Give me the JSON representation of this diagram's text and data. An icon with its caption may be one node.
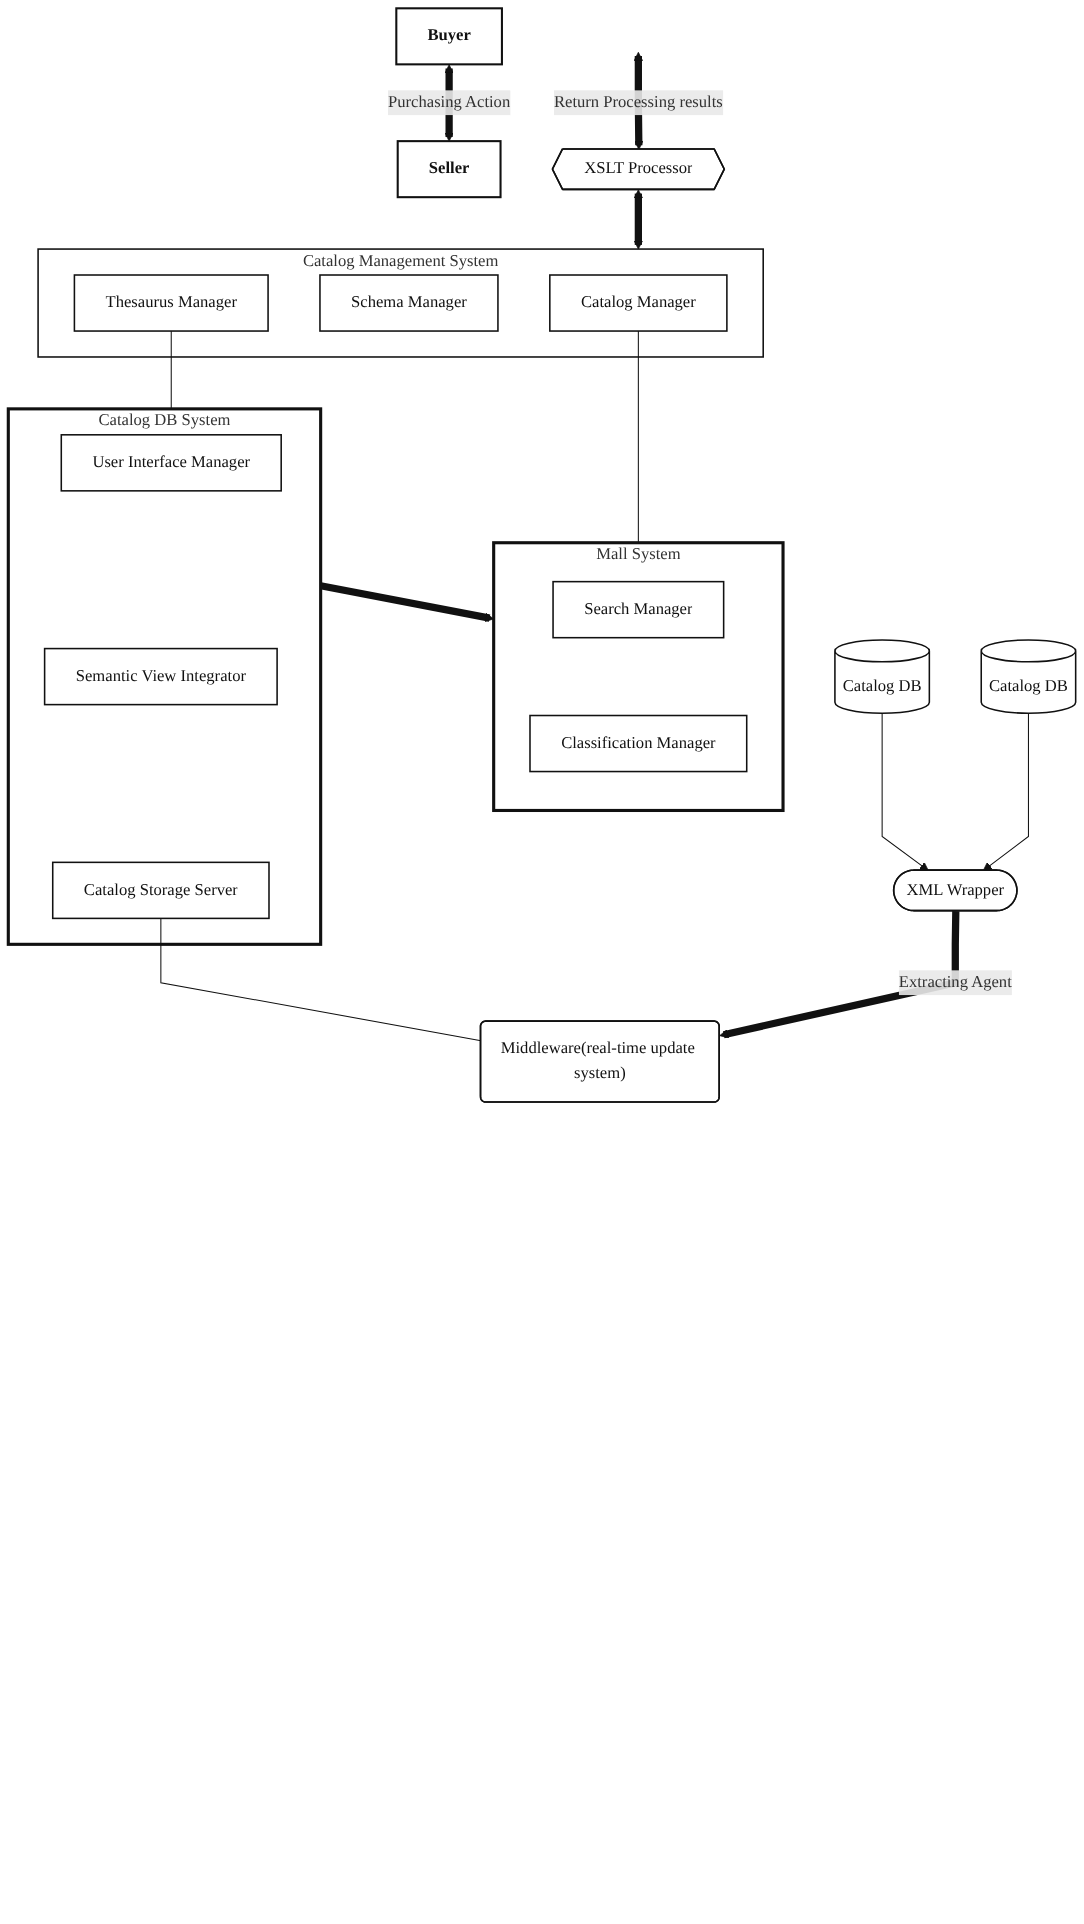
{
  "diagram": {
    "nodes": [
      {
        "text": [
          "Buyer"
        ]
      },
      {
        "text": [
          "Seller"
        ]
      },
      {
        "text": [
          "XSLT Processor"
        ]
      },
      {
        "text": [
          "Catalog Management System"
        ]
      },
      {
        "text": [
          "Catalog Manager"
        ],
        "in": 3
      },
      {
        "text": [
          "Schema Manager"
        ],
        "in": 3
      },
      {
        "text": [
          "Thesaurus Manager"
        ],
        "in": 3
      },
      {
        "text": [
          "Mall System"
        ]
      },
      {
        "text": [
          "Search Manager"
        ],
        "in": 7
      },
      {
        "text": [
          "Classification Manager"
        ],
        "in": 7
      },
      {
        "text": [
          "Catalog DB System"
        ]
      },
      {
        "text": [
          "User Interface Manager"
        ],
        "in": 10
      },
      {
        "text": [
          "Semantic View Integrator"
        ],
        "in": 10
      },
      {
        "text": [
          "Catalog Storage Server"
        ],
        "in": 10
      },
      {
        "text": [
          "Middleware(real-time update system)"
        ]
      },
      {
        "text": [
          "XML Wrapper"
        ]
      },
      {
        "text": [
          "Catalog DB"
        ]
      },
      {
        "text": [
          "Catalog DB"
        ]
      }
    ],
    "edges": [
      {
        "from": 0,
        "to": 1,
        "arrow": "both",
        "label": "Purchasing Action",
        "style": "thick"
      },
      {
        "from": null,
        "to": 2,
        "arrow": "both",
        "label": "Return Processing results",
        "style": "thick"
      },
      {
        "from": 2,
        "to": 3,
        "arrow": "both",
        "style": "thick"
      },
      {
        "from": 4,
        "to": 7,
        "arrow": "none"
      },
      {
        "from": 6,
        "to": 10,
        "arrow": "none"
      },
      {
        "from": 10,
        "to": 7,
        "arrow": "to",
        "style": "thick"
      },
      {
        "from": 13,
        "to": 14,
        "arrow": "none"
      },
      {
        "from": 15,
        "to": 14,
        "arrow": "to",
        "label": "Extracting Agent",
        "style": "thick"
      },
      {
        "from": 16,
        "to": 15,
        "arrow": "to"
      },
      {
        "from": 17,
        "to": 15,
        "arrow": "to"
      }
    ]
  }
}
